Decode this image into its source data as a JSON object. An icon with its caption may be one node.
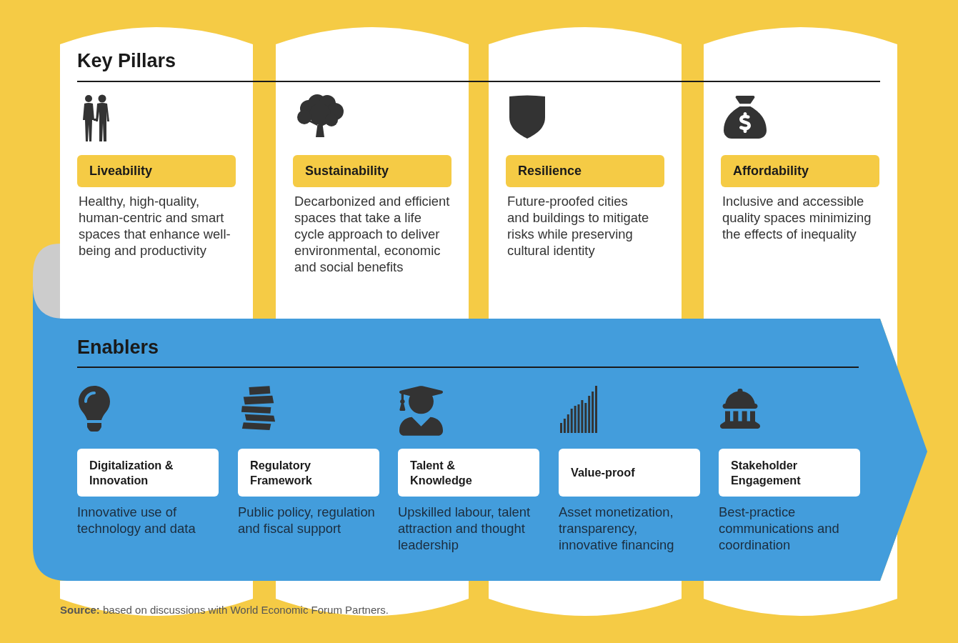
{
  "diagram": {
    "nodes": [
      {
        "text": [
          "Healthy, high-quality, human-centric and smart spaces that enhance well-being and productivity"
        ]
      },
      {
        "text": [
          "Liveability"
        ],
        "in": 0
      },
      {
        "text": [
          "Decarbonized and efficient spaces that take a life cycle approach to deliver environmental, economic and social benefits"
        ]
      },
      {
        "text": [
          "Sustainability"
        ],
        "in": 2
      },
      {
        "text": [
          "Future-proofed cities and buildings to mitigate risks while preserving cultural identity"
        ]
      },
      {
        "text": [
          "Resilience"
        ],
        "in": 4
      },
      {
        "text": [
          "Inclusive and accessible quality spaces minimizing the effects of inequality"
        ]
      },
      {
        "text": [
          "Affordability"
        ],
        "in": 6
      },
      {
        "text": [
          "Enablers"
        ]
      },
      {
        "text": [
          "Digitalization & Innovation"
        ],
        "in": 8,
        "beside": [
          "Innovative use of technology and data"
        ]
      },
      {
        "text": [
          "Regulatory Framework"
        ],
        "in": 8,
        "beside": [
          "Public policy, regulation and fiscal support"
        ]
      },
      {
        "text": [
          "Talent & Knowledge"
        ],
        "in": 8,
        "beside": [
          "Upskilled labour, talent attraction and thought leadership"
        ]
      },
      {
        "text": [
          "Value-proof"
        ],
        "in": 8,
        "beside": [
          "Asset monetization, transparency, innovative financing"
        ]
      },
      {
        "text": [
          "Stakeholder Engagement"
        ],
        "in": 8,
        "beside": [
          "Best-practice communications and coordination"
        ]
      },
      {
        "text": [],
        "shape": "cylinder"
      },
      {
        "text": [],
        "shape": "cylinder"
      },
      {
        "text": [],
        "shape": "cylinder"
      },
      {
        "text": [],
        "shape": "cylinder"
      }
    ],
    "labels": [
      "Key Pillars"
    ],
    "caption": "**Source:** based on discussions with World Economic Forum Partners."
  }
}
